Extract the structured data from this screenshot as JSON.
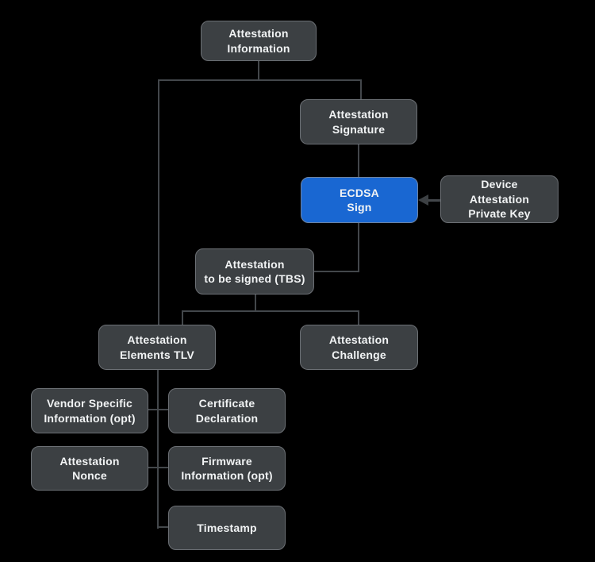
{
  "colors": {
    "background": "#000000",
    "node_fill": "#3c4043",
    "node_border": "#6c7075",
    "node_text": "#f1f3f4",
    "accent_fill": "#1967d2",
    "accent_border": "#6e84a3",
    "connector": "#43474b"
  },
  "diagram": {
    "type": "flowchart",
    "nodes": {
      "attestation_information": {
        "label": "Attestation\nInformation"
      },
      "attestation_signature": {
        "label": "Attestation\nSignature"
      },
      "ecdsa_sign": {
        "label": "ECDSA\nSign",
        "accent": true
      },
      "device_attestation_private_key": {
        "label": "Device\nAttestation\nPrivate Key"
      },
      "attestation_tbs": {
        "label": "Attestation\nto be signed (TBS)"
      },
      "attestation_elements_tlv": {
        "label": "Attestation\nElements TLV"
      },
      "attestation_challenge": {
        "label": "Attestation\nChallenge"
      },
      "vendor_specific_information": {
        "label": "Vendor Specific\nInformation (opt)"
      },
      "certificate_declaration": {
        "label": "Certificate\nDeclaration"
      },
      "attestation_nonce": {
        "label": "Attestation\nNonce"
      },
      "firmware_information": {
        "label": "Firmware\nInformation (opt)"
      },
      "timestamp": {
        "label": "Timestamp"
      }
    }
  }
}
